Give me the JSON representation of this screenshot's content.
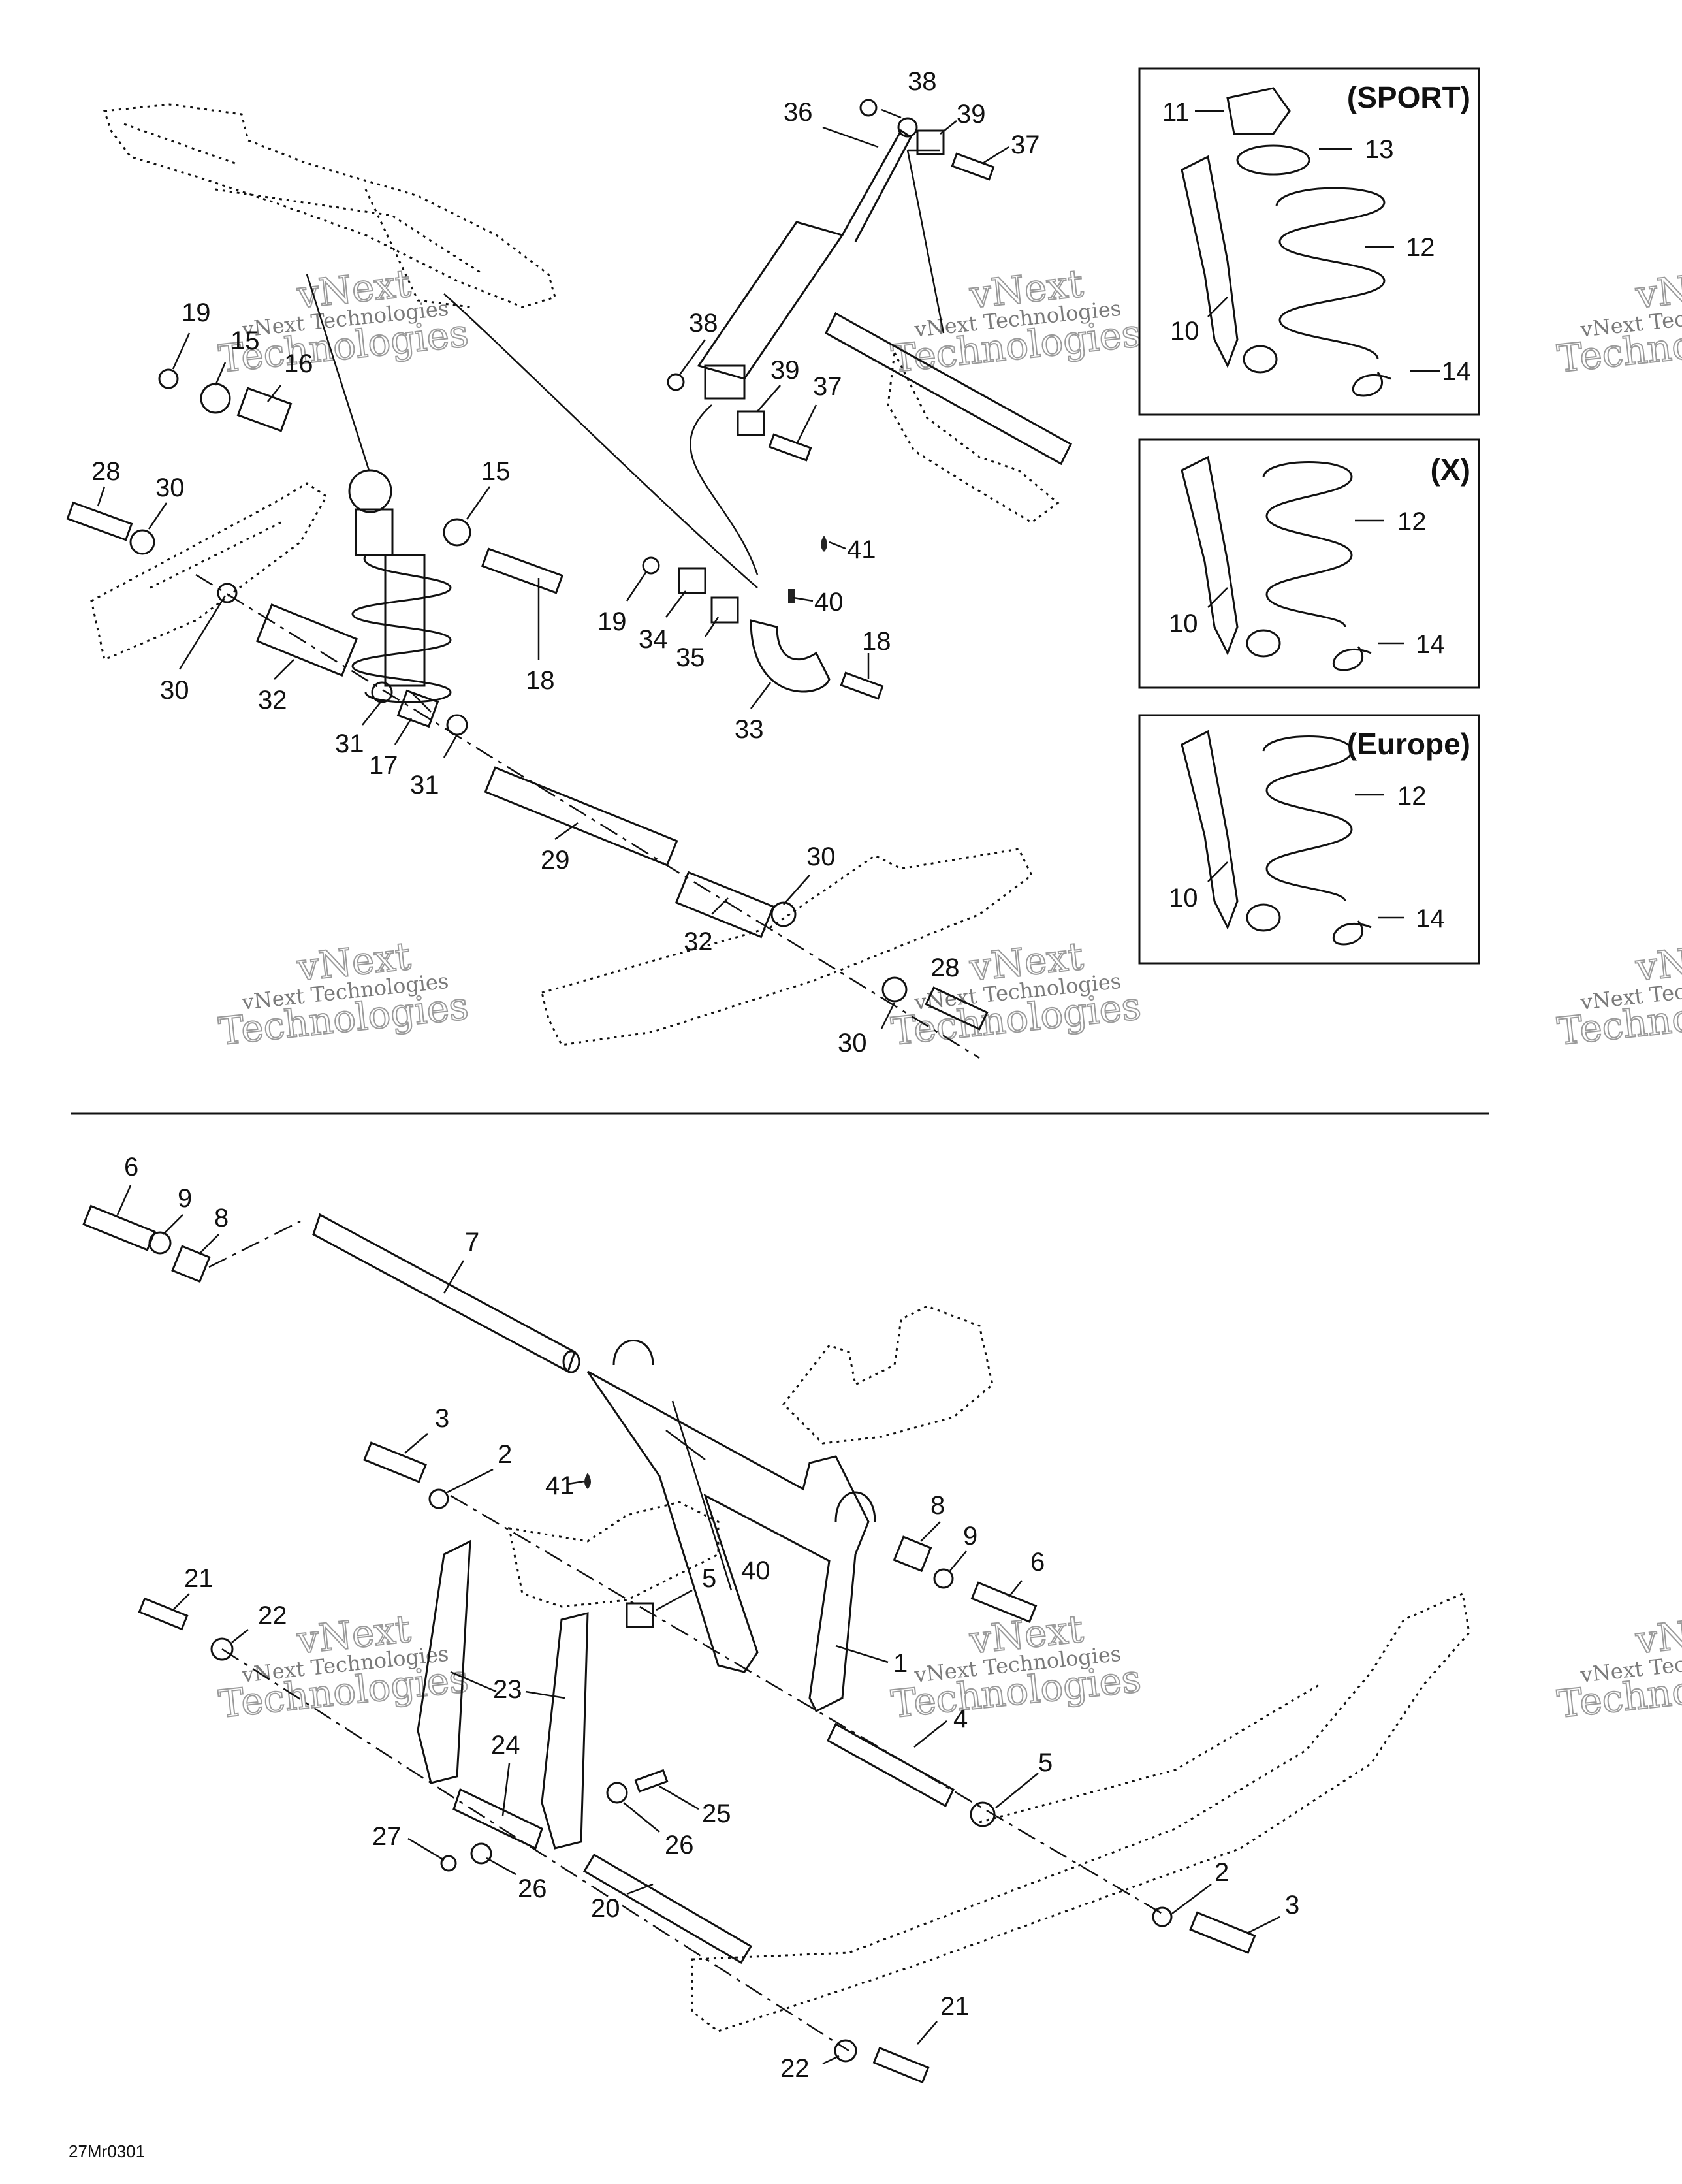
{
  "diagram_code": "27Mr0301",
  "variants": [
    {
      "id": "sport",
      "label": "(SPORT)"
    },
    {
      "id": "x",
      "label": "(X)"
    },
    {
      "id": "europe",
      "label": "(Europe)"
    }
  ],
  "watermark": {
    "line1": "vNext",
    "line2": "vNext Technologies",
    "line3": "Technologies"
  },
  "callouts": {
    "top": [
      {
        "n": "38"
      },
      {
        "n": "36"
      },
      {
        "n": "39"
      },
      {
        "n": "37"
      },
      {
        "n": "19"
      },
      {
        "n": "15"
      },
      {
        "n": "16"
      },
      {
        "n": "38"
      },
      {
        "n": "39"
      },
      {
        "n": "37"
      },
      {
        "n": "28"
      },
      {
        "n": "30"
      },
      {
        "n": "15"
      },
      {
        "n": "41"
      },
      {
        "n": "40"
      },
      {
        "n": "19"
      },
      {
        "n": "34"
      },
      {
        "n": "35"
      },
      {
        "n": "18"
      },
      {
        "n": "30"
      },
      {
        "n": "32"
      },
      {
        "n": "18"
      },
      {
        "n": "33"
      },
      {
        "n": "31"
      },
      {
        "n": "17"
      },
      {
        "n": "31"
      },
      {
        "n": "29"
      },
      {
        "n": "30"
      },
      {
        "n": "32"
      },
      {
        "n": "28"
      },
      {
        "n": "30"
      }
    ],
    "sport": [
      {
        "n": "11"
      },
      {
        "n": "13"
      },
      {
        "n": "12"
      },
      {
        "n": "10"
      },
      {
        "n": "14"
      }
    ],
    "x": [
      {
        "n": "12"
      },
      {
        "n": "10"
      },
      {
        "n": "14"
      }
    ],
    "europe": [
      {
        "n": "12"
      },
      {
        "n": "10"
      },
      {
        "n": "14"
      }
    ],
    "bottom": [
      {
        "n": "6"
      },
      {
        "n": "9"
      },
      {
        "n": "8"
      },
      {
        "n": "7"
      },
      {
        "n": "3"
      },
      {
        "n": "2"
      },
      {
        "n": "41"
      },
      {
        "n": "8"
      },
      {
        "n": "9"
      },
      {
        "n": "6"
      },
      {
        "n": "21"
      },
      {
        "n": "22"
      },
      {
        "n": "5"
      },
      {
        "n": "40"
      },
      {
        "n": "1"
      },
      {
        "n": "23"
      },
      {
        "n": "4"
      },
      {
        "n": "24"
      },
      {
        "n": "5"
      },
      {
        "n": "25"
      },
      {
        "n": "27"
      },
      {
        "n": "26"
      },
      {
        "n": "26"
      },
      {
        "n": "2"
      },
      {
        "n": "3"
      },
      {
        "n": "20"
      },
      {
        "n": "21"
      },
      {
        "n": "22"
      }
    ]
  }
}
